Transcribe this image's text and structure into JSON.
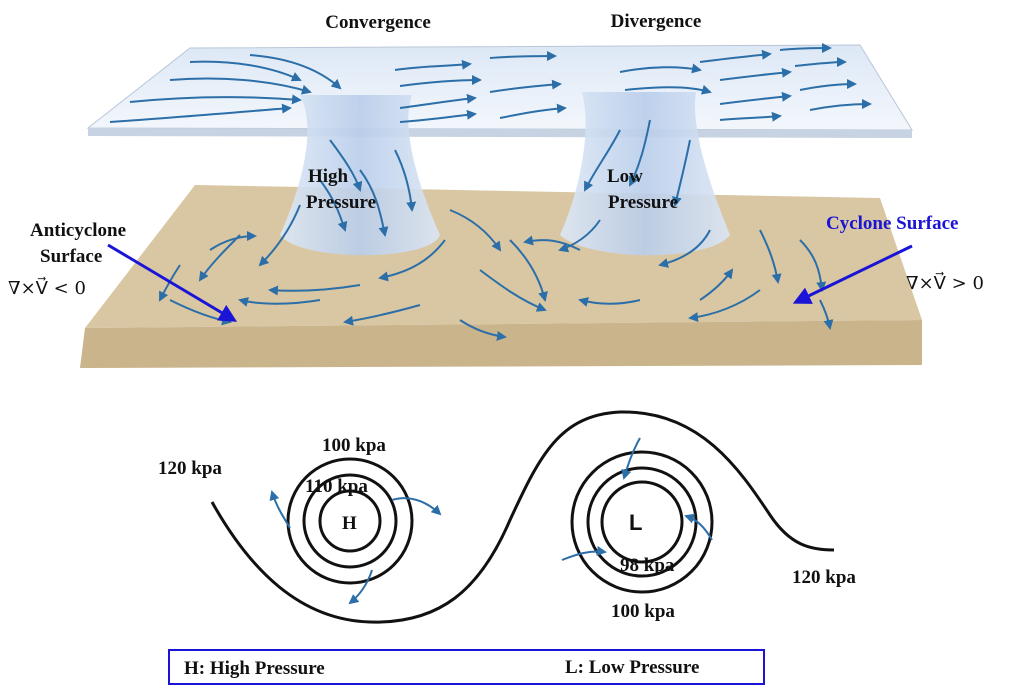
{
  "top_labels": {
    "convergence": "Convergence",
    "divergence": "Divergence"
  },
  "column_labels": {
    "high_line1": "High",
    "high_line2": "Pressure",
    "low_line1": "Low",
    "low_line2": "Pressure"
  },
  "anticyclone": {
    "line1": "Anticyclone",
    "line2": "Surface",
    "math": "∇×V⃗ < 0"
  },
  "cyclone": {
    "label": "Cyclone Surface",
    "math": "∇×V⃗ > 0"
  },
  "isobars": {
    "left_outer": "120 kpa",
    "h_outer": "100 kpa",
    "h_inner": "110 kpa",
    "h_center": "H",
    "l_center": "L",
    "l_inner": "98 kpa",
    "l_outer": "100 kpa",
    "right_outer": "120 kpa"
  },
  "legend": {
    "high": "H: High Pressure",
    "low": "L: Low Pressure"
  },
  "colors": {
    "arrow": "#2c6fa8",
    "accent": "#1a14d6",
    "ground": "#d9c7a3",
    "column": "#c9d8ee"
  }
}
